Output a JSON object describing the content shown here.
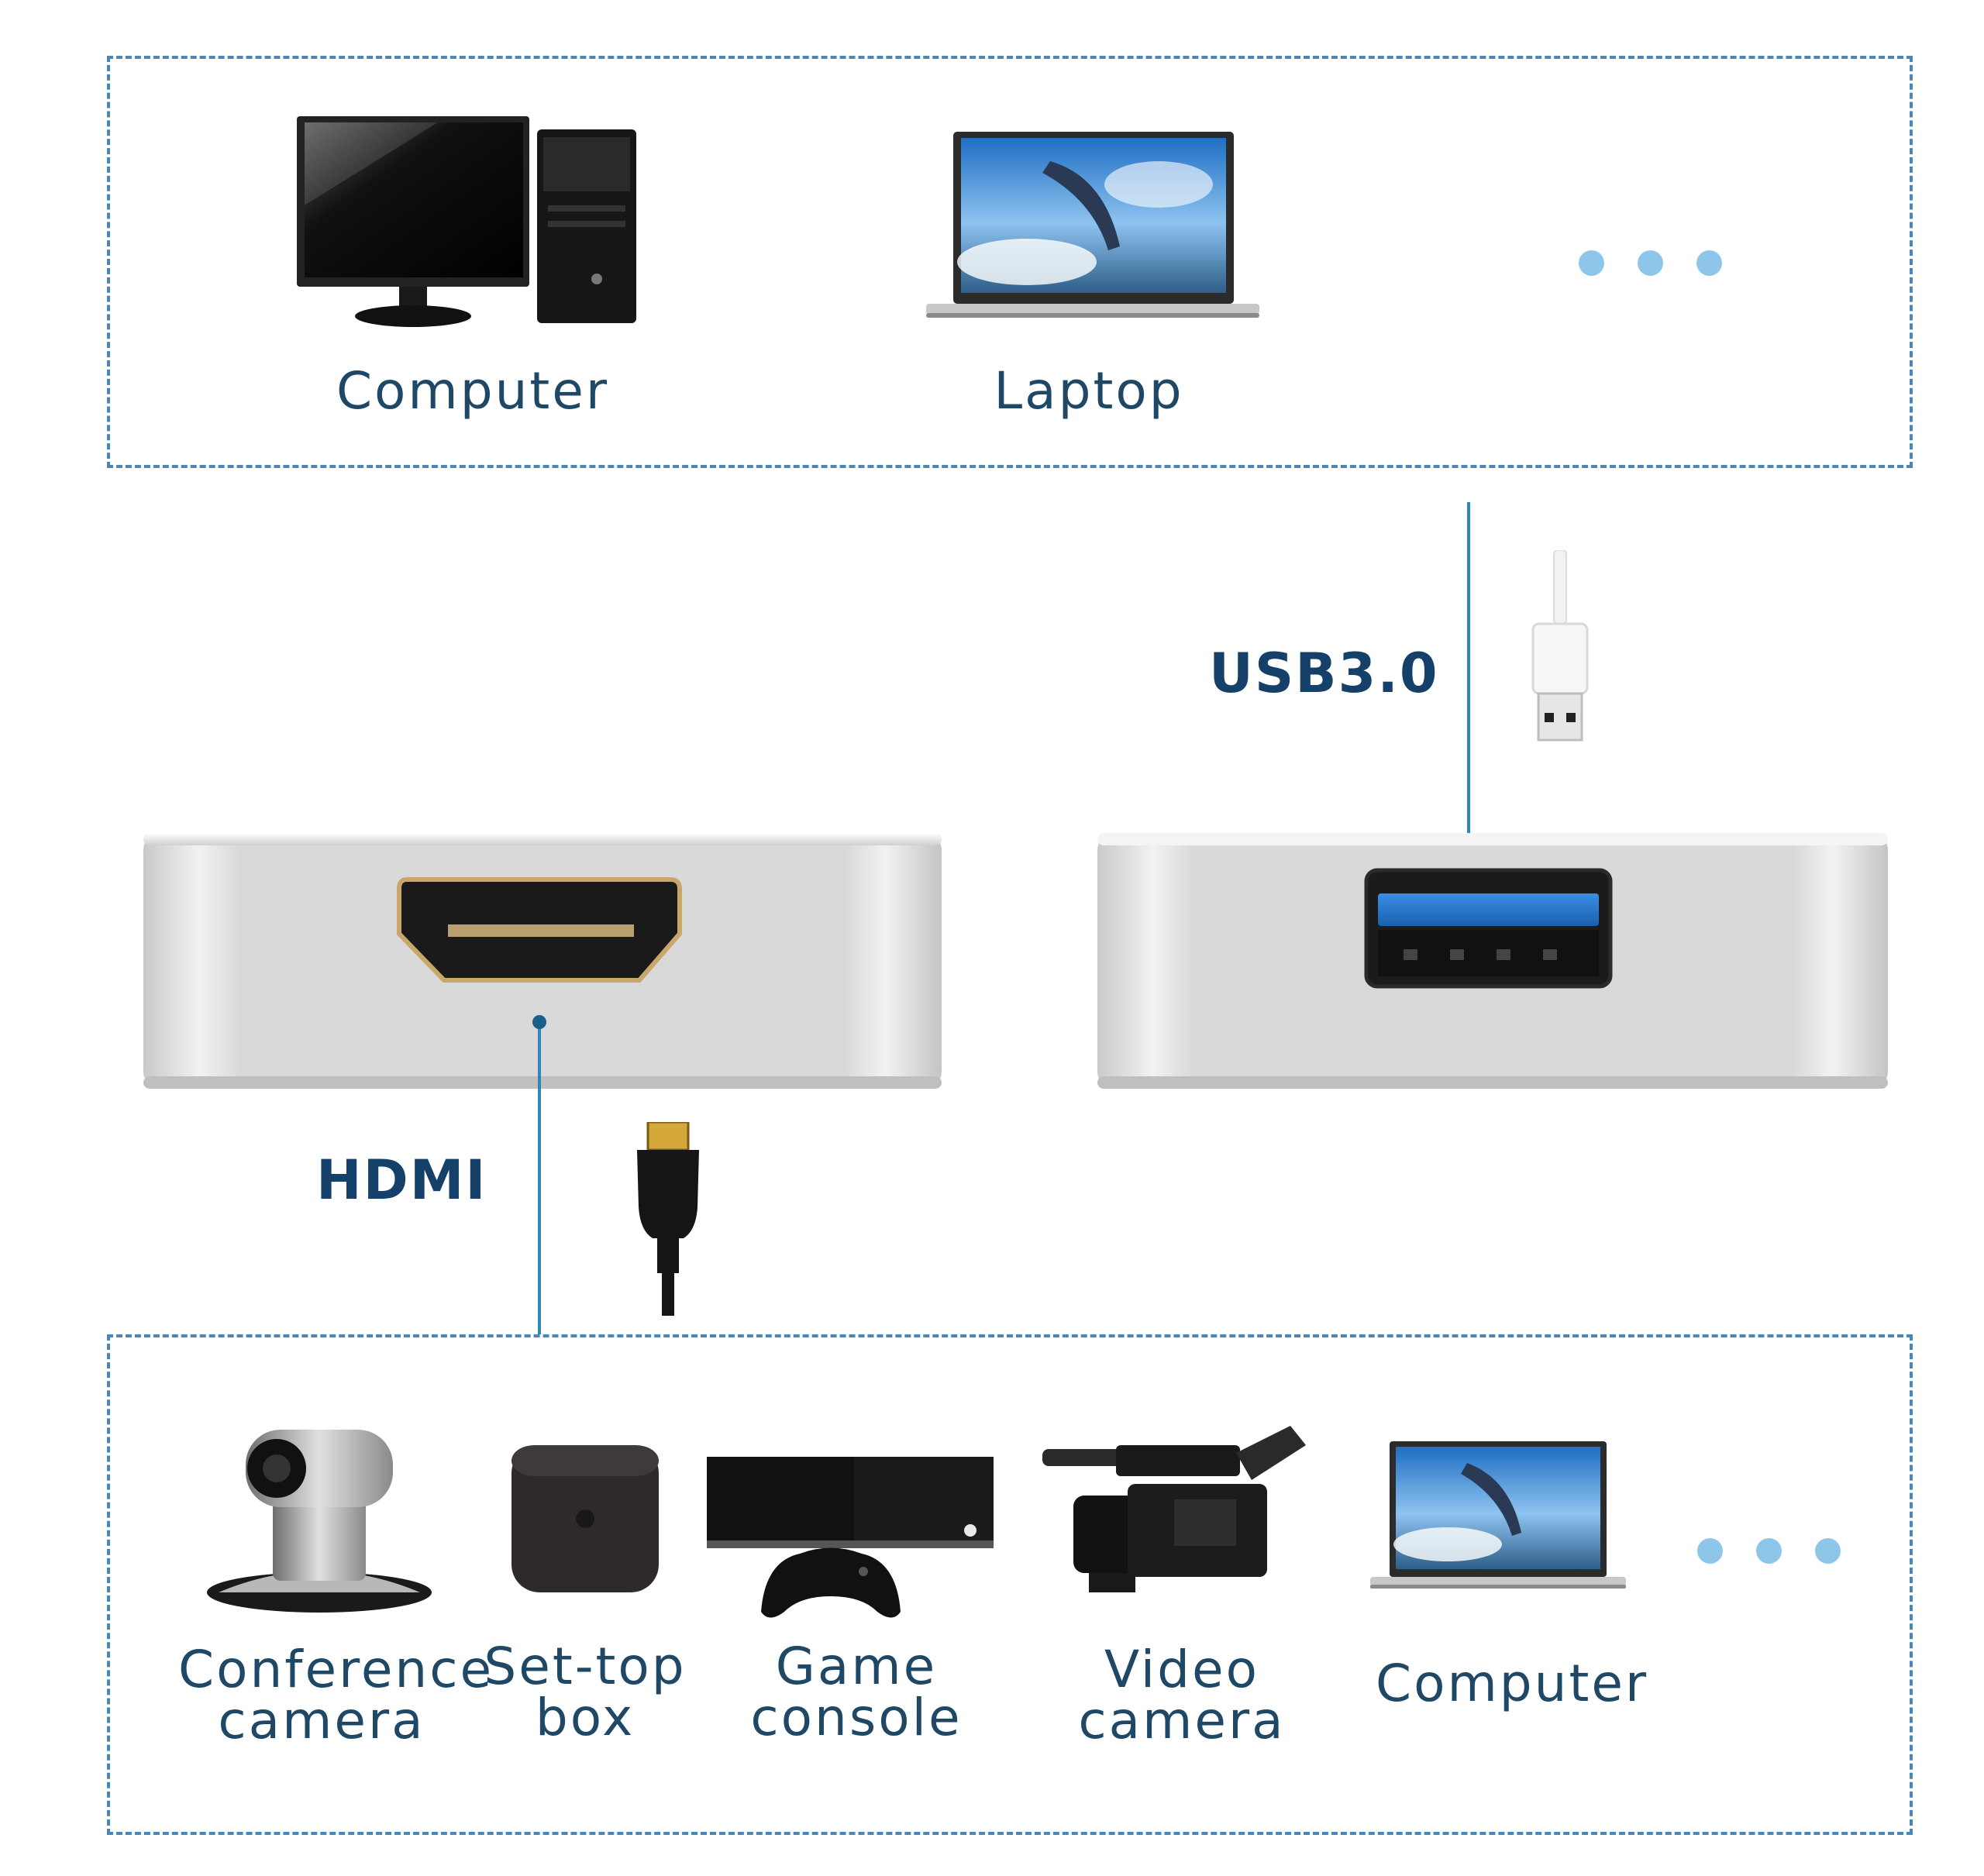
{
  "top_group": {
    "devices": [
      {
        "label": "Computer",
        "icon": "desktop-computer-icon"
      },
      {
        "label": "Laptop",
        "icon": "laptop-icon"
      }
    ],
    "more_indicator": "more-dots"
  },
  "connections": {
    "usb": {
      "label": "USB3.0",
      "icon": "usb-plug-icon"
    },
    "hdmi": {
      "label": "HDMI",
      "icon": "hdmi-plug-icon"
    }
  },
  "bottom_group": {
    "devices": [
      {
        "line1": "Conference",
        "line2": "camera",
        "icon": "conference-camera-icon"
      },
      {
        "line1": "Set-top",
        "line2": "box",
        "icon": "set-top-box-icon"
      },
      {
        "line1": "Game",
        "line2": "console",
        "icon": "game-console-icon"
      },
      {
        "line1": "Video",
        "line2": "camera",
        "icon": "video-camera-icon"
      },
      {
        "line1": "Computer",
        "icon": "laptop-icon"
      }
    ],
    "more_indicator": "more-dots"
  },
  "colors": {
    "dashed_border": "#4a86b8",
    "label_text": "#1f4766",
    "connector_label": "#14406a",
    "connector_line": "#2a87b8",
    "dots": "#8ec6ea"
  }
}
